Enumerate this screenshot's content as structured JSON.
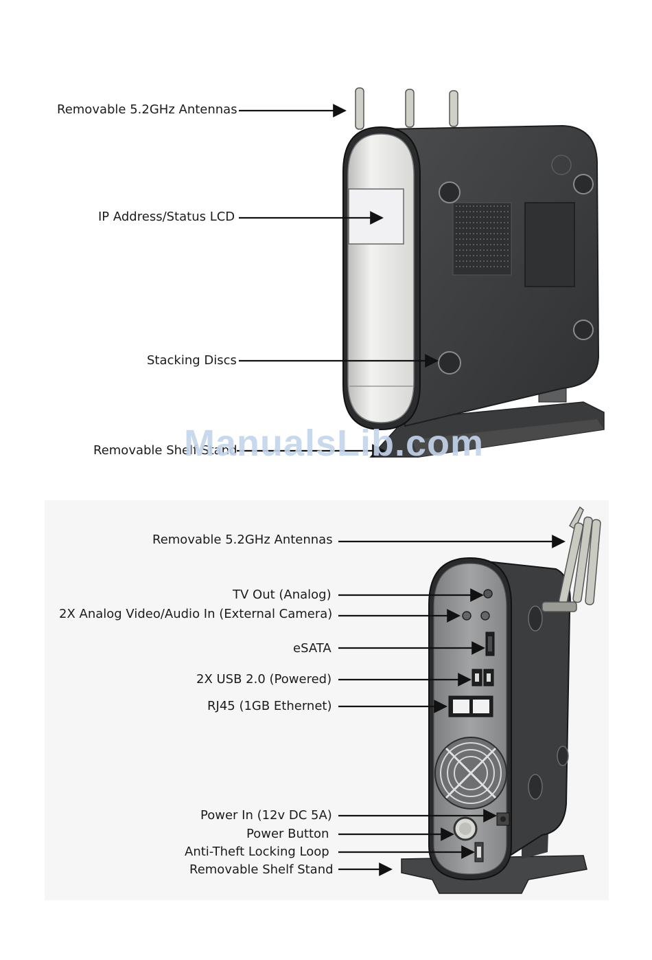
{
  "figure1": {
    "labels": {
      "antennas": "Removable 5.2GHz Antennas",
      "lcd": "IP Address/Status LCD",
      "stacking": "Stacking Discs",
      "stand": "Removable Shelf Stand"
    }
  },
  "figure2": {
    "labels": {
      "antennas": "Removable 5.2GHz Antennas",
      "tv_out": "TV Out (Analog)",
      "video_in": "2X Analog Video/Audio In (External Camera)",
      "esata": "eSATA",
      "usb": "2X USB 2.0 (Powered)",
      "rj45": "RJ45 (1GB Ethernet)",
      "power_in": "Power In (12v DC 5A)",
      "power_button": "Power Button",
      "lock": "Anti-Theft Locking Loop",
      "stand": "Removable Shelf Stand"
    }
  },
  "watermark": "ManualsLib.com",
  "colors": {
    "device_body": "#3d3f41",
    "device_face": "#e8e8e6",
    "back_panel": "#8f9091",
    "background_grey": "#f4f4f4"
  }
}
